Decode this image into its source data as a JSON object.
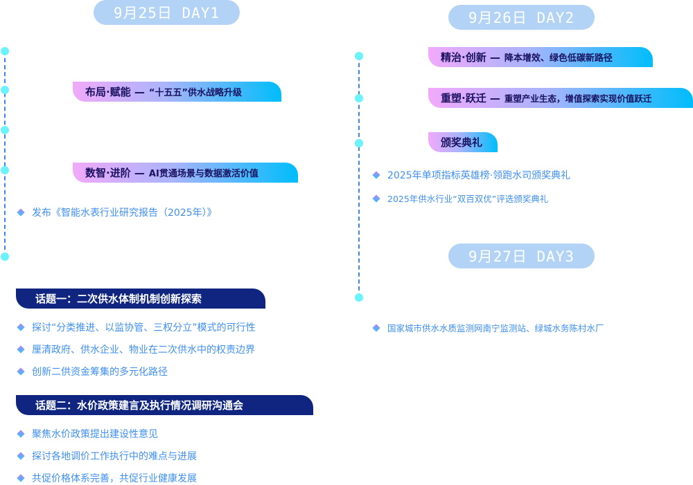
{
  "day1": {
    "label": "9月25日  DAY1",
    "tags": [
      {
        "title": "布局·赋能 —",
        "sub": "“十五五”供水战略升级"
      },
      {
        "title": "数智·进阶 —",
        "sub": "AI贯通场景与数据激活价值"
      }
    ],
    "items": [
      "发布《智能水表行业研究报告（2025年）》"
    ],
    "topics": [
      {
        "title": "话题一：二次供水体制机制创新探索",
        "items": [
          "探讨“分类推进、以监协管、三权分立”模式的可行性",
          "厘清政府、供水企业、物业在二次供水中的权责边界",
          "创新二供资金筹集的多元化路径"
        ]
      },
      {
        "title": "话题二：水价政策建言及执行情况调研沟通会",
        "items": [
          "聚焦水价政策提出建设性意见",
          "探讨各地调价工作执行中的难点与进展",
          "共促价格体系完善，共促行业健康发展"
        ]
      }
    ]
  },
  "day2": {
    "label": "9月26日  DAY2",
    "tags": [
      {
        "title": "精治·创新 —",
        "sub": "降本增效、绿色低碳新路径"
      },
      {
        "title": "重塑·跃迁 —",
        "sub": "重塑产业生态，增值探索实现价值跃迁"
      },
      {
        "title": "颁奖典礼",
        "sub": ""
      }
    ],
    "items": [
      "2025年单项指标英雄榜·领跑水司颁奖典礼",
      "2025年供水行业“双百双优”评选颁奖典礼"
    ]
  },
  "day3": {
    "label": "9月27日  DAY3",
    "items": [
      "国家城市供水水质监测网南宁监测站、绿城水务陈村水厂"
    ]
  },
  "colors": {
    "navy": "#0f2580",
    "text": "#3f8ff2",
    "pill": "#b2d3f5",
    "dot": "#6cf2fb"
  }
}
